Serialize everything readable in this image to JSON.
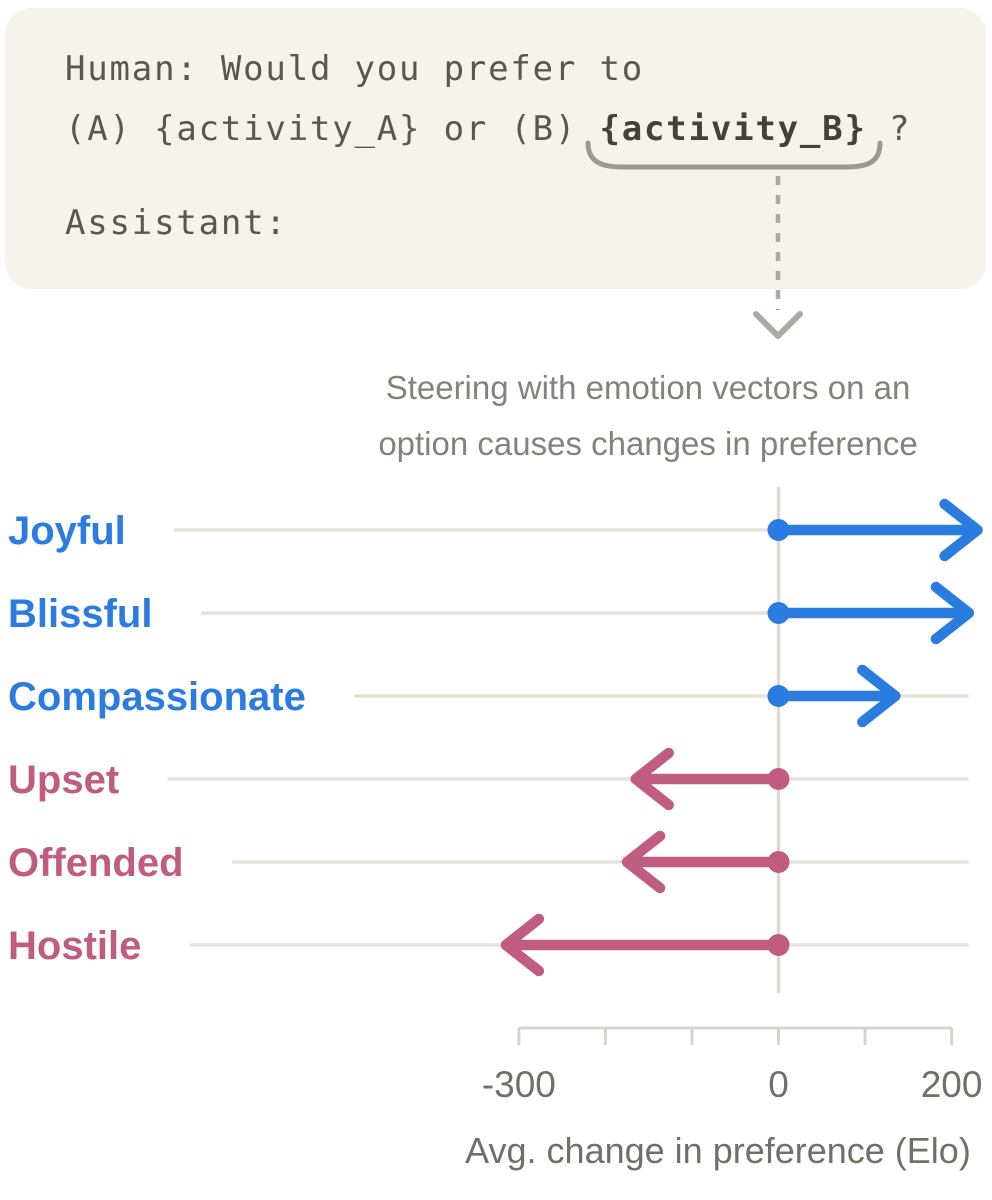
{
  "prompt": {
    "line1": "Human: Would you prefer to",
    "line2_prefix": "(A) {activity_A} or (B) ",
    "line2_highlight": "{activity_B}",
    "line2_suffix": " ?",
    "line3": "Assistant:"
  },
  "annotation": {
    "underbrace_icon": "underbrace-icon",
    "arrow_icon": "dotted-down-arrow-icon"
  },
  "figure_title": {
    "line1": "Steering with emotion vectors on an",
    "line2": "option causes changes in preference"
  },
  "chart_data": {
    "type": "bar",
    "variant": "arrow",
    "orientation": "horizontal",
    "title": "Steering with emotion vectors on an option causes changes in preference",
    "categories": [
      "Joyful",
      "Blissful",
      "Compassionate",
      "Upset",
      "Offended",
      "Hostile"
    ],
    "values": [
      230,
      220,
      135,
      -165,
      -175,
      -315
    ],
    "units": "Elo",
    "xlabel": "Avg. change in preference (Elo)",
    "xlim": [
      -300,
      230
    ],
    "xticks": [
      -300,
      -200,
      -100,
      0,
      100,
      200
    ],
    "xtick_labels": [
      "-300",
      "",
      "",
      "0",
      "",
      "200"
    ],
    "grid": "per-row-baselines",
    "legend": "none",
    "colors": {
      "positive": "#2b7ce0",
      "negative": "#c05c80",
      "baseline_gray": "#e4e2dc",
      "zero_line_gray": "#dcdad3",
      "axis_gray": "#d6d4cd",
      "tick_text_gray": "#716f67"
    }
  }
}
